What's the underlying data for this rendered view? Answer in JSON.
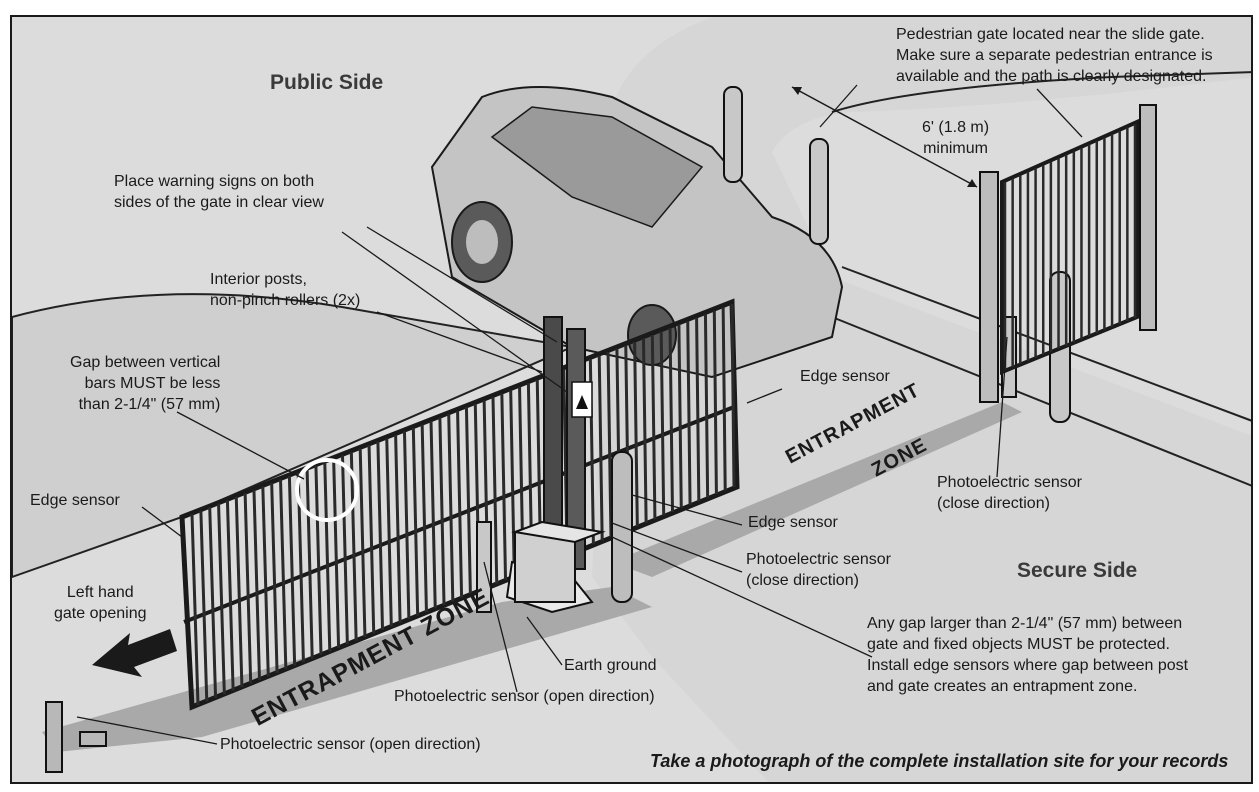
{
  "headers": {
    "public_side": "Public Side",
    "secure_side": "Secure Side"
  },
  "zones": {
    "front": "ENTRAPMENT ZONE",
    "back_line1": "ENTRAPMENT",
    "back_line2": "ZONE"
  },
  "callouts": {
    "pedestrian_gate": "Pedestrian gate located near the slide gate.\nMake sure a separate pedestrian entrance is\navailable and the path is clearly designated.",
    "distance": "6' (1.8 m)\nminimum",
    "warning_signs": "Place warning signs on both\nsides of the gate in clear view",
    "interior_posts": "Interior posts,\nnon-pinch rollers (2x)",
    "gap_vertical_bars": "Gap between vertical\nbars MUST be less\nthan 2-1/4\" (57 mm)",
    "edge_sensor_top": "Edge sensor",
    "edge_sensor_left": "Edge sensor",
    "edge_sensor_mid": "Edge sensor",
    "photo_close_right": "Photoelectric sensor\n(close direction)",
    "photo_close_mid": "Photoelectric sensor\n(close direction)",
    "left_hand_opening": "Left hand\ngate opening",
    "earth_ground": "Earth ground",
    "photo_open_center": "Photoelectric sensor (open direction)",
    "photo_open_bottom": "Photoelectric sensor (open direction)",
    "any_gap": "Any gap larger than 2-1/4\" (57 mm) between\ngate and fixed objects MUST be protected.\nInstall edge sensors where gap between post\nand gate creates an entrapment zone."
  },
  "footer": "Take a photograph of the complete installation site for your records",
  "colors": {
    "background": "#dcdcdc",
    "sidewalk": "#c8c8c8",
    "road": "#d2d2d2",
    "entrapment_zone": "#a9a9a9",
    "gate_metal": "#4a4a4a",
    "text": "#1a1a1a",
    "header_text": "#3a3a3a"
  },
  "icons": [
    "left-arrow-icon",
    "warning-sign-icon",
    "circle-highlight-icon"
  ]
}
